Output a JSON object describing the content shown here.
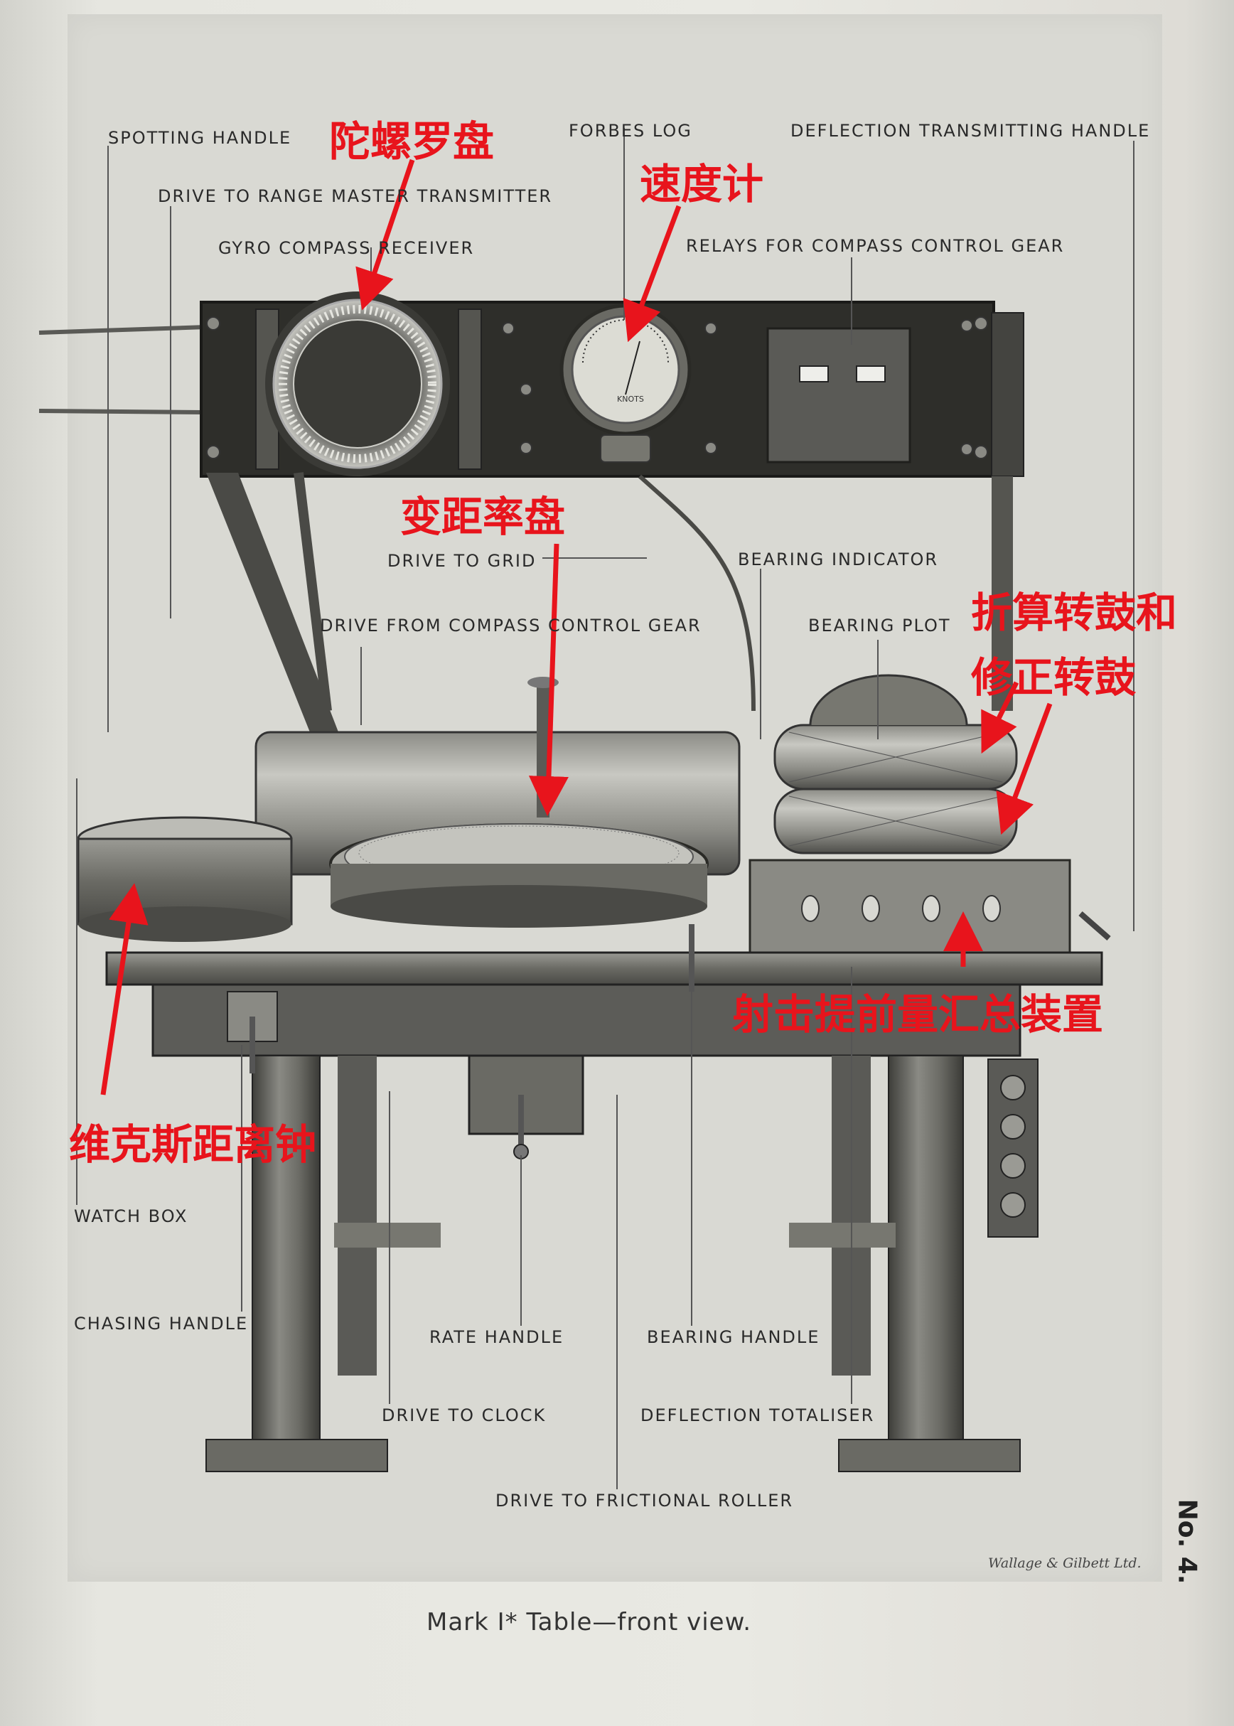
{
  "labels": {
    "spotting_handle": "SPOTTING HANDLE",
    "drive_to_range_master": "DRIVE TO RANGE MASTER TRANSMITTER",
    "gyro_compass_receiver": "GYRO COMPASS RECEIVER",
    "forbes_log": "FORBES LOG",
    "deflection_transmitting_handle": "DEFLECTION TRANSMITTING HANDLE",
    "relays_compass_control": "RELAYS FOR COMPASS CONTROL GEAR",
    "drive_to_grid": "DRIVE TO GRID",
    "bearing_indicator": "BEARING INDICATOR",
    "drive_from_compass_control": "DRIVE FROM COMPASS CONTROL GEAR",
    "bearing_plot": "BEARING PLOT",
    "watch_box": "WATCH BOX",
    "chasing_handle": "CHASING HANDLE",
    "rate_handle": "RATE HANDLE",
    "bearing_handle": "BEARING HANDLE",
    "drive_to_clock": "DRIVE TO CLOCK",
    "deflection_totaliser": "DEFLECTION TOTALISER",
    "drive_to_frictional_roller": "DRIVE TO FRICTIONAL ROLLER"
  },
  "annotations": {
    "gyro_compass": "陀螺罗盘",
    "speedometer": "速度计",
    "rate_plate": "变距率盘",
    "drums_line1": "折算转鼓和",
    "drums_line2": "修正转鼓",
    "deflection_totaliser": "射击提前量汇总装置",
    "vickers_clock": "维克斯距离钟"
  },
  "caption": "Mark I* Table—front view.",
  "publisher": "Wallage & Gilbett Ltd.",
  "page_number": "No. 4.",
  "dial_text": "KNOTS",
  "colors": {
    "annotation_red": "#e8141c",
    "label_ink": "#2a2a2a",
    "plate_bg": "#d9d9d3"
  }
}
